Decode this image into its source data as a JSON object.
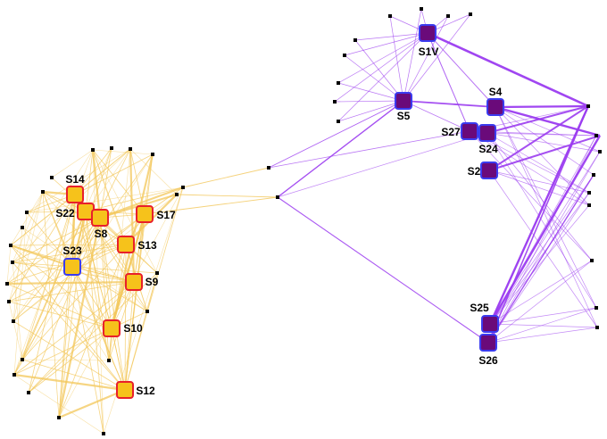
{
  "colors": {
    "left_edge": "#f3c75a",
    "right_edge": "#9b3cf0",
    "gold_fill": "#f6c21b",
    "gold_border": "#e8202a",
    "purple_fill": "#6a0a7a",
    "purple_border": "#3b3bef",
    "small_node": "#000000"
  },
  "nodes": [
    {
      "id": "S14",
      "label": "S14",
      "group": "gold"
    },
    {
      "id": "S22",
      "label": "S22",
      "group": "gold"
    },
    {
      "id": "S8",
      "label": "S8",
      "group": "gold"
    },
    {
      "id": "S17",
      "label": "S17",
      "group": "gold"
    },
    {
      "id": "S13",
      "label": "S13",
      "group": "gold"
    },
    {
      "id": "S23",
      "label": "S23",
      "group": "gold-blue"
    },
    {
      "id": "S9",
      "label": "S9",
      "group": "gold"
    },
    {
      "id": "S10",
      "label": "S10",
      "group": "gold"
    },
    {
      "id": "S12",
      "label": "S12",
      "group": "gold"
    },
    {
      "id": "S1V",
      "label": "S1V",
      "group": "purple"
    },
    {
      "id": "S5",
      "label": "S5",
      "group": "purple"
    },
    {
      "id": "S4",
      "label": "S4",
      "group": "purple"
    },
    {
      "id": "S27",
      "label": "S27",
      "group": "purple"
    },
    {
      "id": "S24",
      "label": "S24",
      "group": "purple"
    },
    {
      "id": "S2",
      "label": "S2",
      "group": "purple"
    },
    {
      "id": "S25",
      "label": "S25",
      "group": "purple"
    },
    {
      "id": "S26",
      "label": "S26",
      "group": "purple"
    }
  ]
}
